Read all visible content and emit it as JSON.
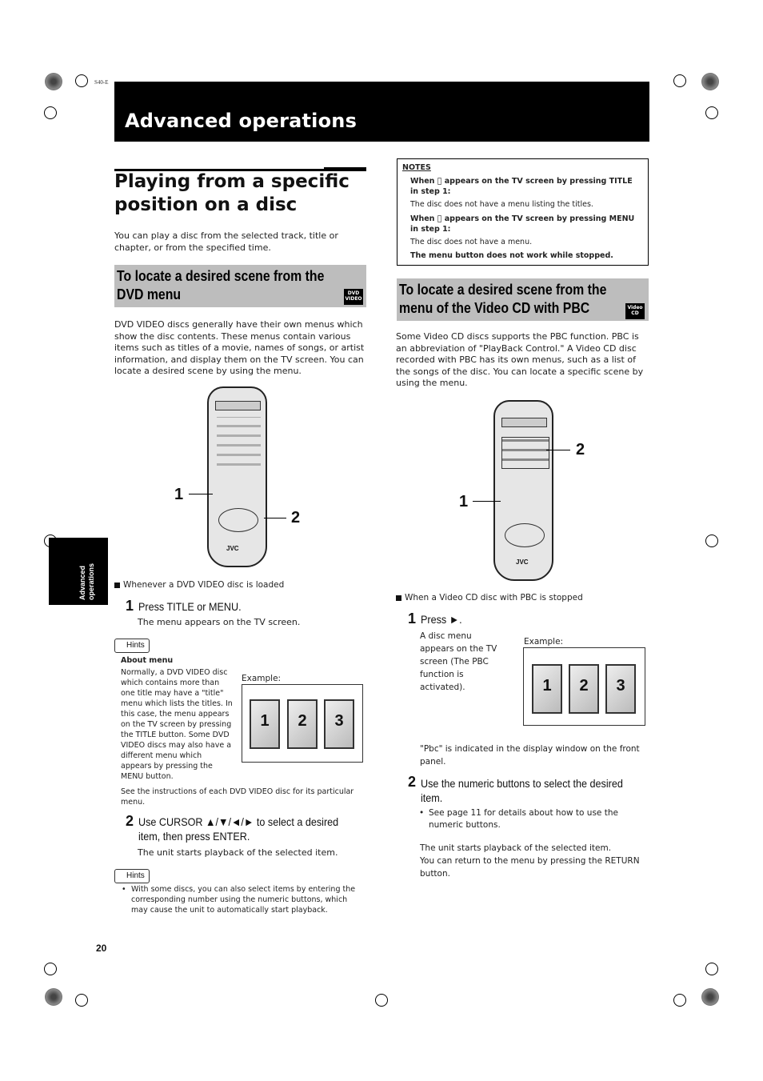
{
  "header": {
    "code": "S40-E",
    "title": "Advanced operations",
    "side_tab": "Advanced operations"
  },
  "page_number": "20",
  "left": {
    "heading": "Playing from a specific position on a disc",
    "intro": "You can play a disc from the selected track, title or chapter, or from the specified time.",
    "section_title": "To locate a desired scene from the DVD menu",
    "section_badge": "DVD VIDEO",
    "section_body": "DVD VIDEO discs generally have their own menus which show the disc contents. These menus contain various items such as titles of a movie, names of songs, or artist information, and display them on the TV screen. You can locate a desired scene by using the menu.",
    "remote_brand": "JVC",
    "callout_1": "1",
    "callout_2": "2",
    "condition": "Whenever a DVD VIDEO disc is loaded",
    "step1_num": "1",
    "step1_text": "Press TITLE or MENU.",
    "step1_sub": "The menu appears on the TV screen.",
    "hints_label": "Hints",
    "hint_title": "About menu",
    "hint_body": "Normally, a DVD VIDEO disc which contains more than one title may have a \"title\" menu which lists the titles. In this case, the menu appears on the TV screen by pressing the TITLE button. Some DVD VIDEO discs may also have a different menu which appears by pressing the MENU button.",
    "hint_footer": "See the instructions of each DVD VIDEO disc for its particular menu.",
    "example_label": "Example:",
    "example_cards": [
      "1",
      "2",
      "3"
    ],
    "step2_num": "2",
    "step2_text": "Use CURSOR ▲/▼/◄/► to select a desired item, then press ENTER.",
    "step2_sub": "The unit starts playback of the selected item.",
    "hints2_label": "Hints",
    "hint2_bullet": "With some discs, you can also select items by entering the corresponding number using the numeric buttons, which may cause the unit to automatically start playback."
  },
  "right": {
    "notes_title": "NOTES",
    "notes": [
      {
        "bold": "When ⃠ appears on the TV screen by pressing TITLE in step 1:",
        "text": "The disc does not have a menu listing the titles."
      },
      {
        "bold": "When ⃠ appears on the TV screen by pressing MENU in step 1:",
        "text": "The disc does not have a menu."
      },
      {
        "bold": "The menu button does not work while stopped.",
        "text": ""
      }
    ],
    "section_title": "To locate a desired scene from the menu of the Video CD with PBC",
    "section_badge": "Video CD",
    "section_body": "Some Video CD discs supports the PBC function.  PBC is an abbreviation of \"PlayBack Control.\" A Video CD disc recorded with PBC has its own menus, such as a list of the songs of the disc. You can locate a specific scene by using the menu.",
    "remote_brand": "JVC",
    "callout_1": "1",
    "callout_2": "2",
    "condition": "When a Video CD disc with PBC is stopped",
    "step1_num": "1",
    "step1_text": "Press ►.",
    "step1_sub": "A disc menu appears on the TV screen (The PBC function is activated).",
    "example_label": "Example:",
    "example_cards": [
      "1",
      "2",
      "3"
    ],
    "pbc_note": "\"Pbc\" is indicated in the display window on the front panel.",
    "step2_num": "2",
    "step2_text": "Use the numeric buttons to select the desired item.",
    "step2_bullet": "See page 11 for details about how to use the numeric buttons.",
    "closing_1": "The unit starts playback of the selected item.",
    "closing_2": "You can return to the menu by pressing the RETURN button."
  }
}
